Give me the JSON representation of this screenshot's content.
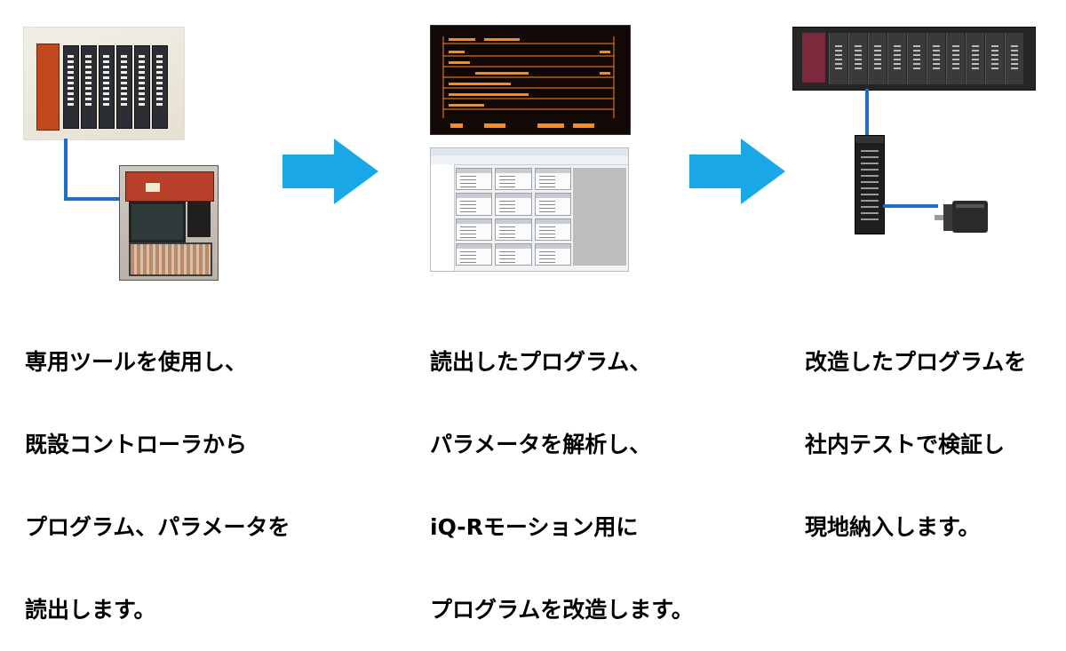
{
  "steps": [
    {
      "caption_lines": [
        "専用ツールを使用し、",
        "既設コントローラから",
        "プログラム、パラメータを",
        "読出します。"
      ]
    },
    {
      "caption_lines": [
        "読出したプログラム、",
        "パラメータを解析し、",
        "iQ-Rモーション用に",
        "プログラムを改造します。"
      ]
    },
    {
      "caption_lines": [
        "改造したプログラムを",
        "社内テストで検証し",
        "現地納入します。"
      ]
    }
  ],
  "colors": {
    "arrow": "#1aa7e8",
    "connector": "#1c6fc4",
    "ladder_text": "#ff8a1c"
  }
}
